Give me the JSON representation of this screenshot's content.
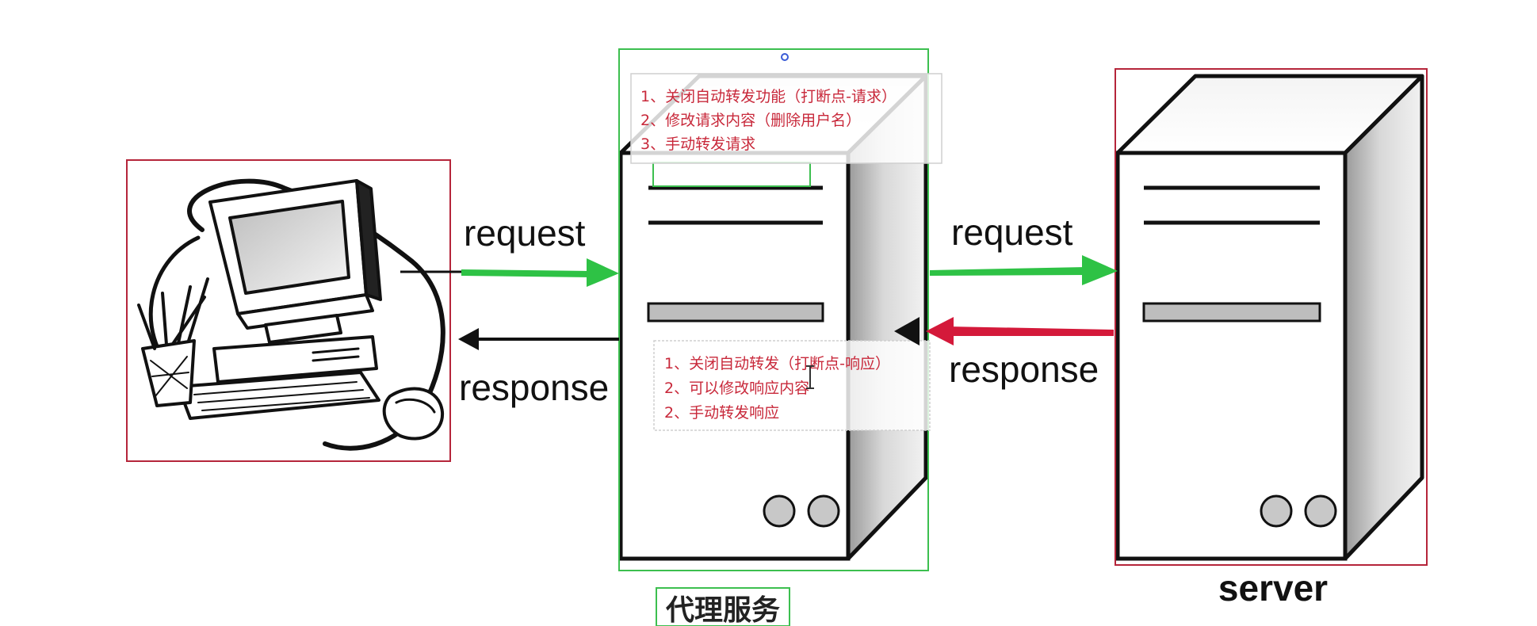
{
  "diagram": {
    "labels": {
      "request_left": "request",
      "response_left": "response",
      "request_right": "request",
      "response_right": "response",
      "proxy": "代理服务",
      "server": "server"
    },
    "request_notes": [
      "1、关闭自动转发功能（打断点-请求）",
      "2、修改请求内容（删除用户名）",
      "3、手动转发请求"
    ],
    "response_notes": [
      "1、关闭自动转发（打断点-响应）",
      "2、可以修改响应内容",
      "2、手动转发响应"
    ],
    "colors": {
      "client_frame": "#b5253a",
      "proxy_frame": "#3cbf4f",
      "server_frame": "#b5253a",
      "request_arrow": "#2ec245",
      "response_arrow_right": "#d4193a",
      "response_arrow_left": "#111111",
      "note_text": "#c8283a"
    },
    "icons": {
      "client": "desktop-computer-icon",
      "proxy": "tower-server-icon",
      "server": "tower-server-icon"
    }
  }
}
